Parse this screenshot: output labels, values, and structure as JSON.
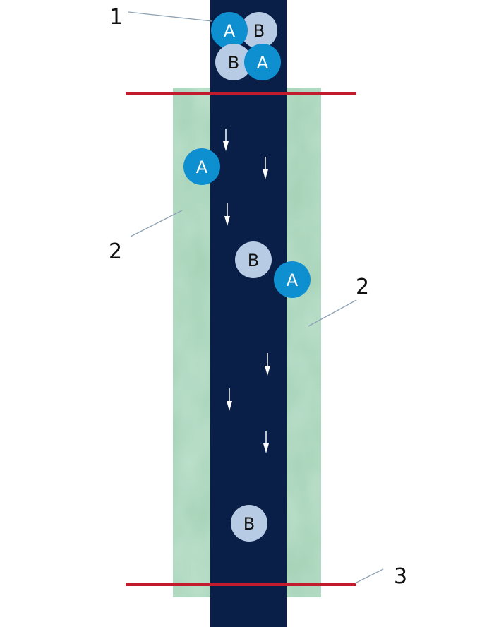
{
  "colors": {
    "column": "#0a1f48",
    "packing": "#a8d3b9",
    "compound_a": "#0e8fd0",
    "compound_b": "#b8cbe4",
    "boundary_line": "#c21b2e",
    "leader_line": "#8fa3b5"
  },
  "labels": {
    "label_1": "1",
    "label_2_left": "2",
    "label_2_right": "2",
    "label_3": "3"
  },
  "particles": [
    {
      "name": "A",
      "group": "sample"
    },
    {
      "name": "B",
      "group": "sample"
    },
    {
      "name": "B",
      "group": "sample"
    },
    {
      "name": "A",
      "group": "sample"
    },
    {
      "name": "A",
      "group": "eluting"
    },
    {
      "name": "B",
      "group": "eluting"
    },
    {
      "name": "A",
      "group": "eluting"
    },
    {
      "name": "B",
      "group": "eluting"
    }
  ]
}
